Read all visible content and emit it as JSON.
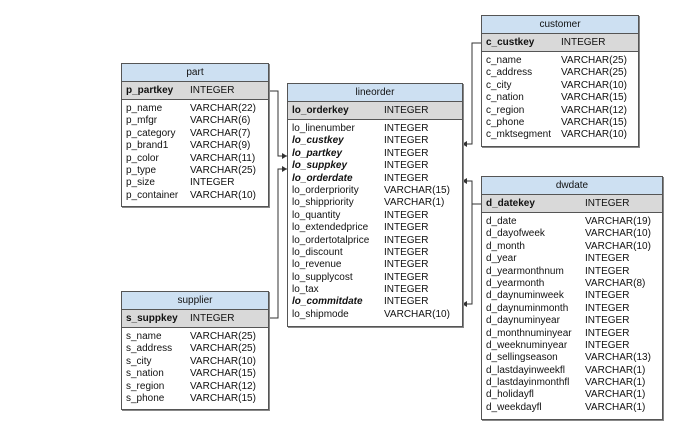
{
  "tables": {
    "part": {
      "title": "part",
      "pk": {
        "name": "p_partkey",
        "type": "INTEGER"
      },
      "columns": [
        {
          "name": "p_name",
          "type": "VARCHAR(22)"
        },
        {
          "name": "p_mfgr",
          "type": "VARCHAR(6)"
        },
        {
          "name": "p_category",
          "type": "VARCHAR(7)"
        },
        {
          "name": "p_brand1",
          "type": "VARCHAR(9)"
        },
        {
          "name": "p_color",
          "type": "VARCHAR(11)"
        },
        {
          "name": "p_type",
          "type": "VARCHAR(25)"
        },
        {
          "name": "p_size",
          "type": "INTEGER"
        },
        {
          "name": "p_container",
          "type": "VARCHAR(10)"
        }
      ]
    },
    "supplier": {
      "title": "supplier",
      "pk": {
        "name": "s_suppkey",
        "type": "INTEGER"
      },
      "columns": [
        {
          "name": "s_name",
          "type": "VARCHAR(25)"
        },
        {
          "name": "s_address",
          "type": "VARCHAR(25)"
        },
        {
          "name": "s_city",
          "type": "VARCHAR(10)"
        },
        {
          "name": "s_nation",
          "type": "VARCHAR(15)"
        },
        {
          "name": "s_region",
          "type": "VARCHAR(12)"
        },
        {
          "name": "s_phone",
          "type": "VARCHAR(15)"
        }
      ]
    },
    "lineorder": {
      "title": "lineorder",
      "pk": {
        "name": "lo_orderkey",
        "type": "INTEGER"
      },
      "columns": [
        {
          "name": "lo_linenumber",
          "type": "INTEGER",
          "fk": false
        },
        {
          "name": "lo_custkey",
          "type": "INTEGER",
          "fk": true
        },
        {
          "name": "lo_partkey",
          "type": "INTEGER",
          "fk": true
        },
        {
          "name": "lo_suppkey",
          "type": "INTEGER",
          "fk": true
        },
        {
          "name": "lo_orderdate",
          "type": "INTEGER",
          "fk": true
        },
        {
          "name": "lo_orderpriority",
          "type": "VARCHAR(15)",
          "fk": false
        },
        {
          "name": "lo_shippriority",
          "type": "VARCHAR(1)",
          "fk": false
        },
        {
          "name": "lo_quantity",
          "type": "INTEGER",
          "fk": false
        },
        {
          "name": "lo_extendedprice",
          "type": "INTEGER",
          "fk": false
        },
        {
          "name": "lo_ordertotalprice",
          "type": "INTEGER",
          "fk": false
        },
        {
          "name": "lo_discount",
          "type": "INTEGER",
          "fk": false
        },
        {
          "name": "lo_revenue",
          "type": "INTEGER",
          "fk": false
        },
        {
          "name": "lo_supplycost",
          "type": "INTEGER",
          "fk": false
        },
        {
          "name": "lo_tax",
          "type": "INTEGER",
          "fk": false
        },
        {
          "name": "lo_commitdate",
          "type": "INTEGER",
          "fk": true
        },
        {
          "name": "lo_shipmode",
          "type": "VARCHAR(10)",
          "fk": false
        }
      ]
    },
    "customer": {
      "title": "customer",
      "pk": {
        "name": "c_custkey",
        "type": "INTEGER"
      },
      "columns": [
        {
          "name": "c_name",
          "type": "VARCHAR(25)"
        },
        {
          "name": "c_address",
          "type": "VARCHAR(25)"
        },
        {
          "name": "c_city",
          "type": "VARCHAR(10)"
        },
        {
          "name": "c_nation",
          "type": "VARCHAR(15)"
        },
        {
          "name": "c_region",
          "type": "VARCHAR(12)"
        },
        {
          "name": "c_phone",
          "type": "VARCHAR(15)"
        },
        {
          "name": "c_mktsegment",
          "type": "VARCHAR(10)"
        }
      ]
    },
    "dwdate": {
      "title": "dwdate",
      "pk": {
        "name": "d_datekey",
        "type": "INTEGER"
      },
      "columns": [
        {
          "name": "d_date",
          "type": "VARCHAR(19)"
        },
        {
          "name": "d_dayofweek",
          "type": "VARCHAR(10)"
        },
        {
          "name": "d_month",
          "type": "VARCHAR(10)"
        },
        {
          "name": "d_year",
          "type": "INTEGER"
        },
        {
          "name": "d_yearmonthnum",
          "type": "INTEGER"
        },
        {
          "name": "d_yearmonth",
          "type": "VARCHAR(8)"
        },
        {
          "name": "d_daynuminweek",
          "type": "INTEGER"
        },
        {
          "name": "d_daynuminmonth",
          "type": "INTEGER"
        },
        {
          "name": "d_daynuminyear",
          "type": "INTEGER"
        },
        {
          "name": "d_monthnuminyear",
          "type": "INTEGER"
        },
        {
          "name": "d_weeknuminyear",
          "type": "INTEGER"
        },
        {
          "name": "d_sellingseason",
          "type": "VARCHAR(13)"
        },
        {
          "name": "d_lastdayinweekfl",
          "type": "VARCHAR(1)"
        },
        {
          "name": "d_lastdayinmonthfl",
          "type": "VARCHAR(1)"
        },
        {
          "name": "d_holidayfl",
          "type": "VARCHAR(1)"
        },
        {
          "name": "d_weekdayfl",
          "type": "VARCHAR(1)"
        }
      ]
    }
  },
  "colors": {
    "header": "#cde0f2",
    "pk_row": "#d9d9d9",
    "border": "#555555",
    "connector": "#333333"
  }
}
